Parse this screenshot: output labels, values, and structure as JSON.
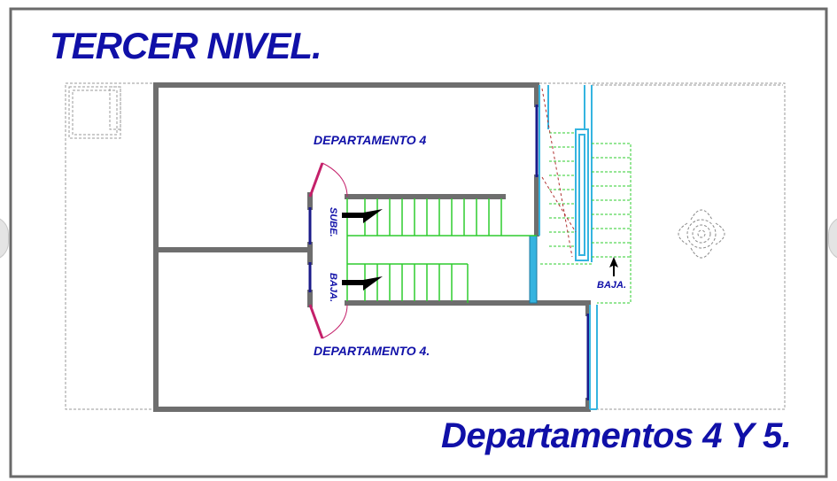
{
  "title": "TERCER NIVEL.",
  "subtitle": "Departamentos 4 Y 5.",
  "labels": {
    "dept_top": "DEPARTAMENTO 4",
    "dept_bottom": "DEPARTAMENTO 4.",
    "sube": "SUBE.",
    "baja_left": "BAJA.",
    "baja_right": "BAJA."
  },
  "colors": {
    "frame": "#6a6a6a",
    "wall": "#6e6e6e",
    "text": "#1010a8",
    "stairs": "#2ecc2e",
    "cyan": "#35b4e0",
    "door": "#c4206a",
    "dashed": "#9a9a9a"
  }
}
